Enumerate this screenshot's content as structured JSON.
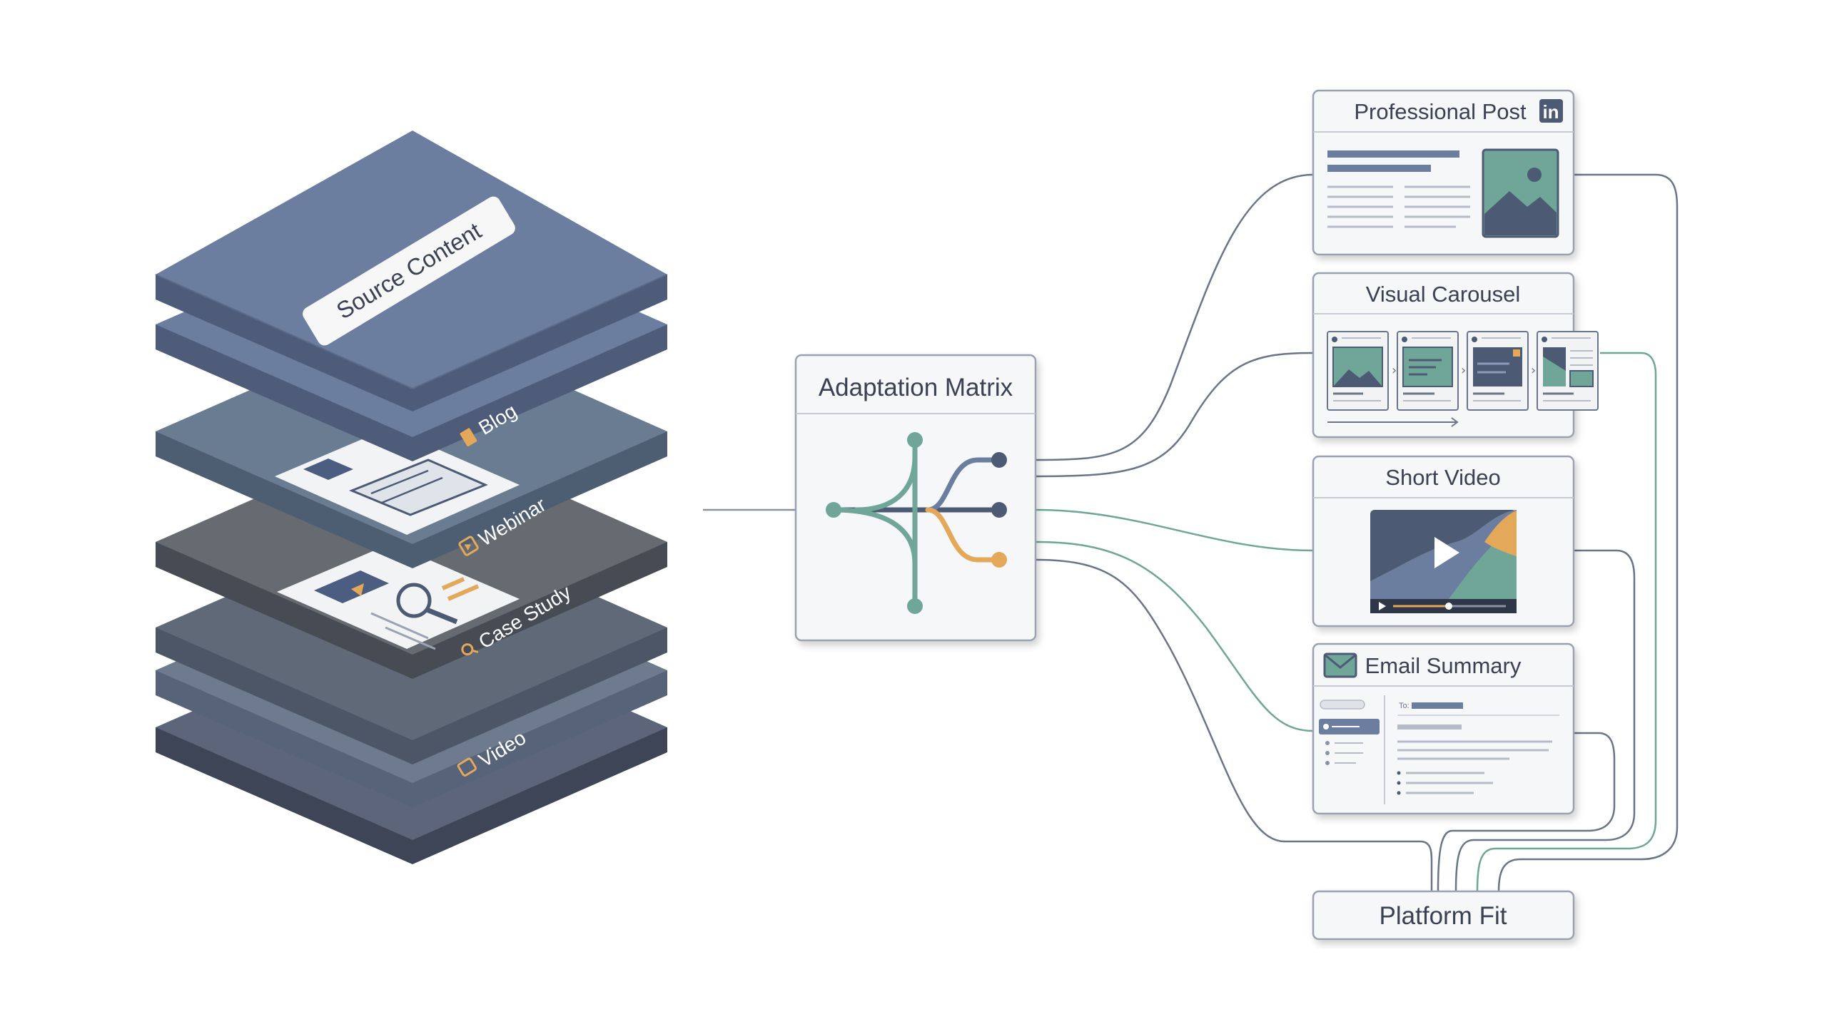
{
  "source": {
    "title": "Source Content",
    "layers": [
      {
        "label": "Blog",
        "icon": "document-icon"
      },
      {
        "label": "Webinar",
        "icon": "play-icon"
      },
      {
        "label": "Case Study",
        "icon": "magnifier-icon"
      },
      {
        "label": "Video",
        "icon": "camera-icon"
      }
    ]
  },
  "matrix": {
    "title": "Adaptation Matrix"
  },
  "outputs": {
    "professional_post": {
      "title": "Professional Post",
      "badge": "in"
    },
    "visual_carousel": {
      "title": "Visual Carousel"
    },
    "short_video": {
      "title": "Short Video"
    },
    "email_summary": {
      "title": "Email Summary",
      "to_label": "To:"
    }
  },
  "platform_fit": {
    "title": "Platform Fit"
  },
  "colors": {
    "slate": "#6b7fa0",
    "slate_dark": "#4d5a73",
    "teal": "#6fa698",
    "amber": "#e3a85a",
    "line": "#8a93a4",
    "card_border": "#9aa2b1",
    "card_bg": "#f6f7f8"
  }
}
